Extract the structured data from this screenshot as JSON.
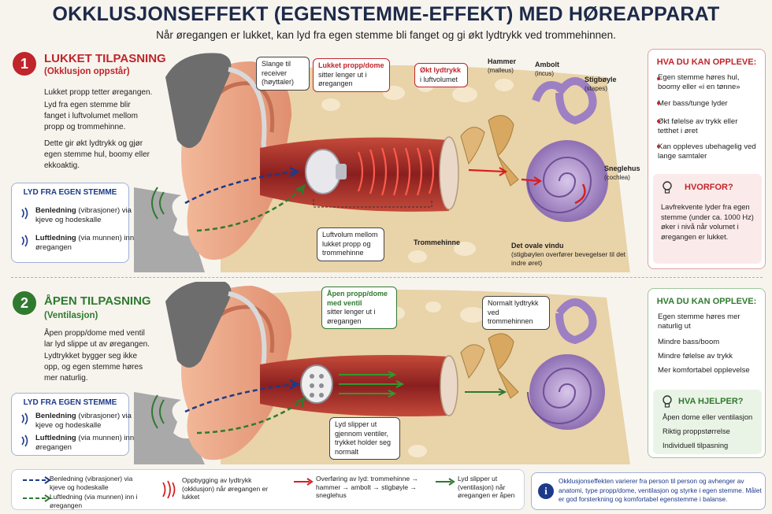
{
  "header": {
    "title": "OKKLUSJONSEFFEKT (EGENSTEMME-EFFEKT) MED HØREAPPARAT",
    "subtitle": "Når øregangen er lukket, kan lyd fra egen stemme bli fanget og gi økt lydtrykk ved trommehinnen."
  },
  "colors": {
    "red": "#c0252b",
    "green": "#2f7a2f",
    "navy": "#1d2a4a",
    "blue_accent": "#1d3a8a"
  },
  "section1": {
    "number": "1",
    "title": "LUKKET TILPASNING",
    "subtitle": "(Okklusjon oppstår)",
    "paragraphs": [
      "Lukket propp tetter øregangen.",
      "Lyd fra egen stemme blir fanget i luftvolumet mellom propp og trommehinne.",
      "Dette gir økt lydtrykk og gjør egen stemme hul, boomy eller ekkoaktig."
    ],
    "source_box": {
      "heading": "LYD FRA EGEN STEMME",
      "items": [
        {
          "bold": "Benledning",
          "text": " (vibrasjoner) via kjeve og hodeskalle"
        },
        {
          "bold": "Luftledning",
          "text": " (via munnen) inn i øregangen"
        }
      ]
    },
    "callouts": {
      "tube": "Slange til receiver (høyttaler)",
      "plug_title": "Lukket propp/dome",
      "plug_text": "sitter lenger ut i øregangen",
      "pressure_title": "Økt lydtrykk",
      "pressure_text": "i luftvolumet",
      "air_volume": "Luftvolum mellom lukket propp og trommehinne"
    },
    "labels": {
      "hammer": "Hammer",
      "hammer_latin": "(malleus)",
      "anvil": "Ambolt",
      "anvil_latin": "(incus)",
      "stirrup": "Stigbøyle",
      "stirrup_latin": "(stapes)",
      "cochlea": "Sneglehus",
      "cochlea_latin": "(cochlea)",
      "eardrum": "Trommehinne",
      "oval_window": "Det ovale vindu",
      "oval_window_text": "(stigbøylen overfører bevegelser til det indre øret)"
    },
    "experience": {
      "heading": "HVA DU KAN OPPLEVE:",
      "items": [
        "Egen stemme høres hul, boomy eller «i en tønne»",
        "Mer bass/tunge lyder",
        "Økt følelse av trykk eller tetthet i øret",
        "Kan oppleves ubehagelig ved lange samtaler"
      ],
      "why_heading": "HVORFOR?",
      "why_text": "Lavfrekvente lyder fra egen stemme (under ca. 1000 Hz) øker i nivå når volumet i øregangen er lukket."
    }
  },
  "section2": {
    "number": "2",
    "title": "ÅPEN TILPASNING",
    "subtitle": "(Ventilasjon)",
    "paragraphs": [
      "Åpen propp/dome med ventil lar lyd slippe ut av øregangen.",
      "Lydtrykket bygger seg ikke opp, og egen stemme høres mer naturlig."
    ],
    "source_box": {
      "heading": "LYD FRA EGEN STEMME",
      "items": [
        {
          "bold": "Benledning",
          "text": " (vibrasjoner) via kjeve og hodeskalle"
        },
        {
          "bold": "Luftledning",
          "text": " (via munnen) inn i øregangen"
        }
      ]
    },
    "callouts": {
      "plug_title": "Åpen propp/dome med ventil",
      "plug_text": "sitter lenger ut i øregangen",
      "normal_pressure": "Normalt lydtrykk ved trommehinnen",
      "escape": "Lyd slipper ut gjennom ventiler, trykket holder seg normalt"
    },
    "experience": {
      "heading": "HVA DU KAN OPPLEVE:",
      "items": [
        "Egen stemme høres mer naturlig ut",
        "Mindre bass/boom",
        "Mindre følelse av trykk",
        "Mer komfortabel opplevelse"
      ],
      "help_heading": "HVA HJELPER?",
      "help_items": [
        "Åpen dome eller ventilasjon",
        "Riktig proppstørrelse",
        "Individuell tilpasning"
      ]
    }
  },
  "legend": [
    {
      "key": "bone",
      "text": "Benledning (vibrasjoner) via kjeve og hodeskalle"
    },
    {
      "key": "air",
      "text": "Luftledning (via munnen) inn i øregangen"
    },
    {
      "key": "buildup",
      "text": "Oppbygging av lydtrykk (okklusjon) når øregangen er lukket"
    },
    {
      "key": "transfer",
      "text": "Overføring av lyd: trommehinne → hammer → ambolt → stigbøyle → sneglehus"
    },
    {
      "key": "escape",
      "text": "Lyd slipper ut (ventilasjon) når øregangen er åpen"
    }
  ],
  "footer_note": "Okklusjonseffekten varierer fra person til person og avhenger av anatomi, type propp/dome, ventilasjon og styrke i egen stemme. Målet er god forsterkning og komfortabel egenstemme i balanse."
}
